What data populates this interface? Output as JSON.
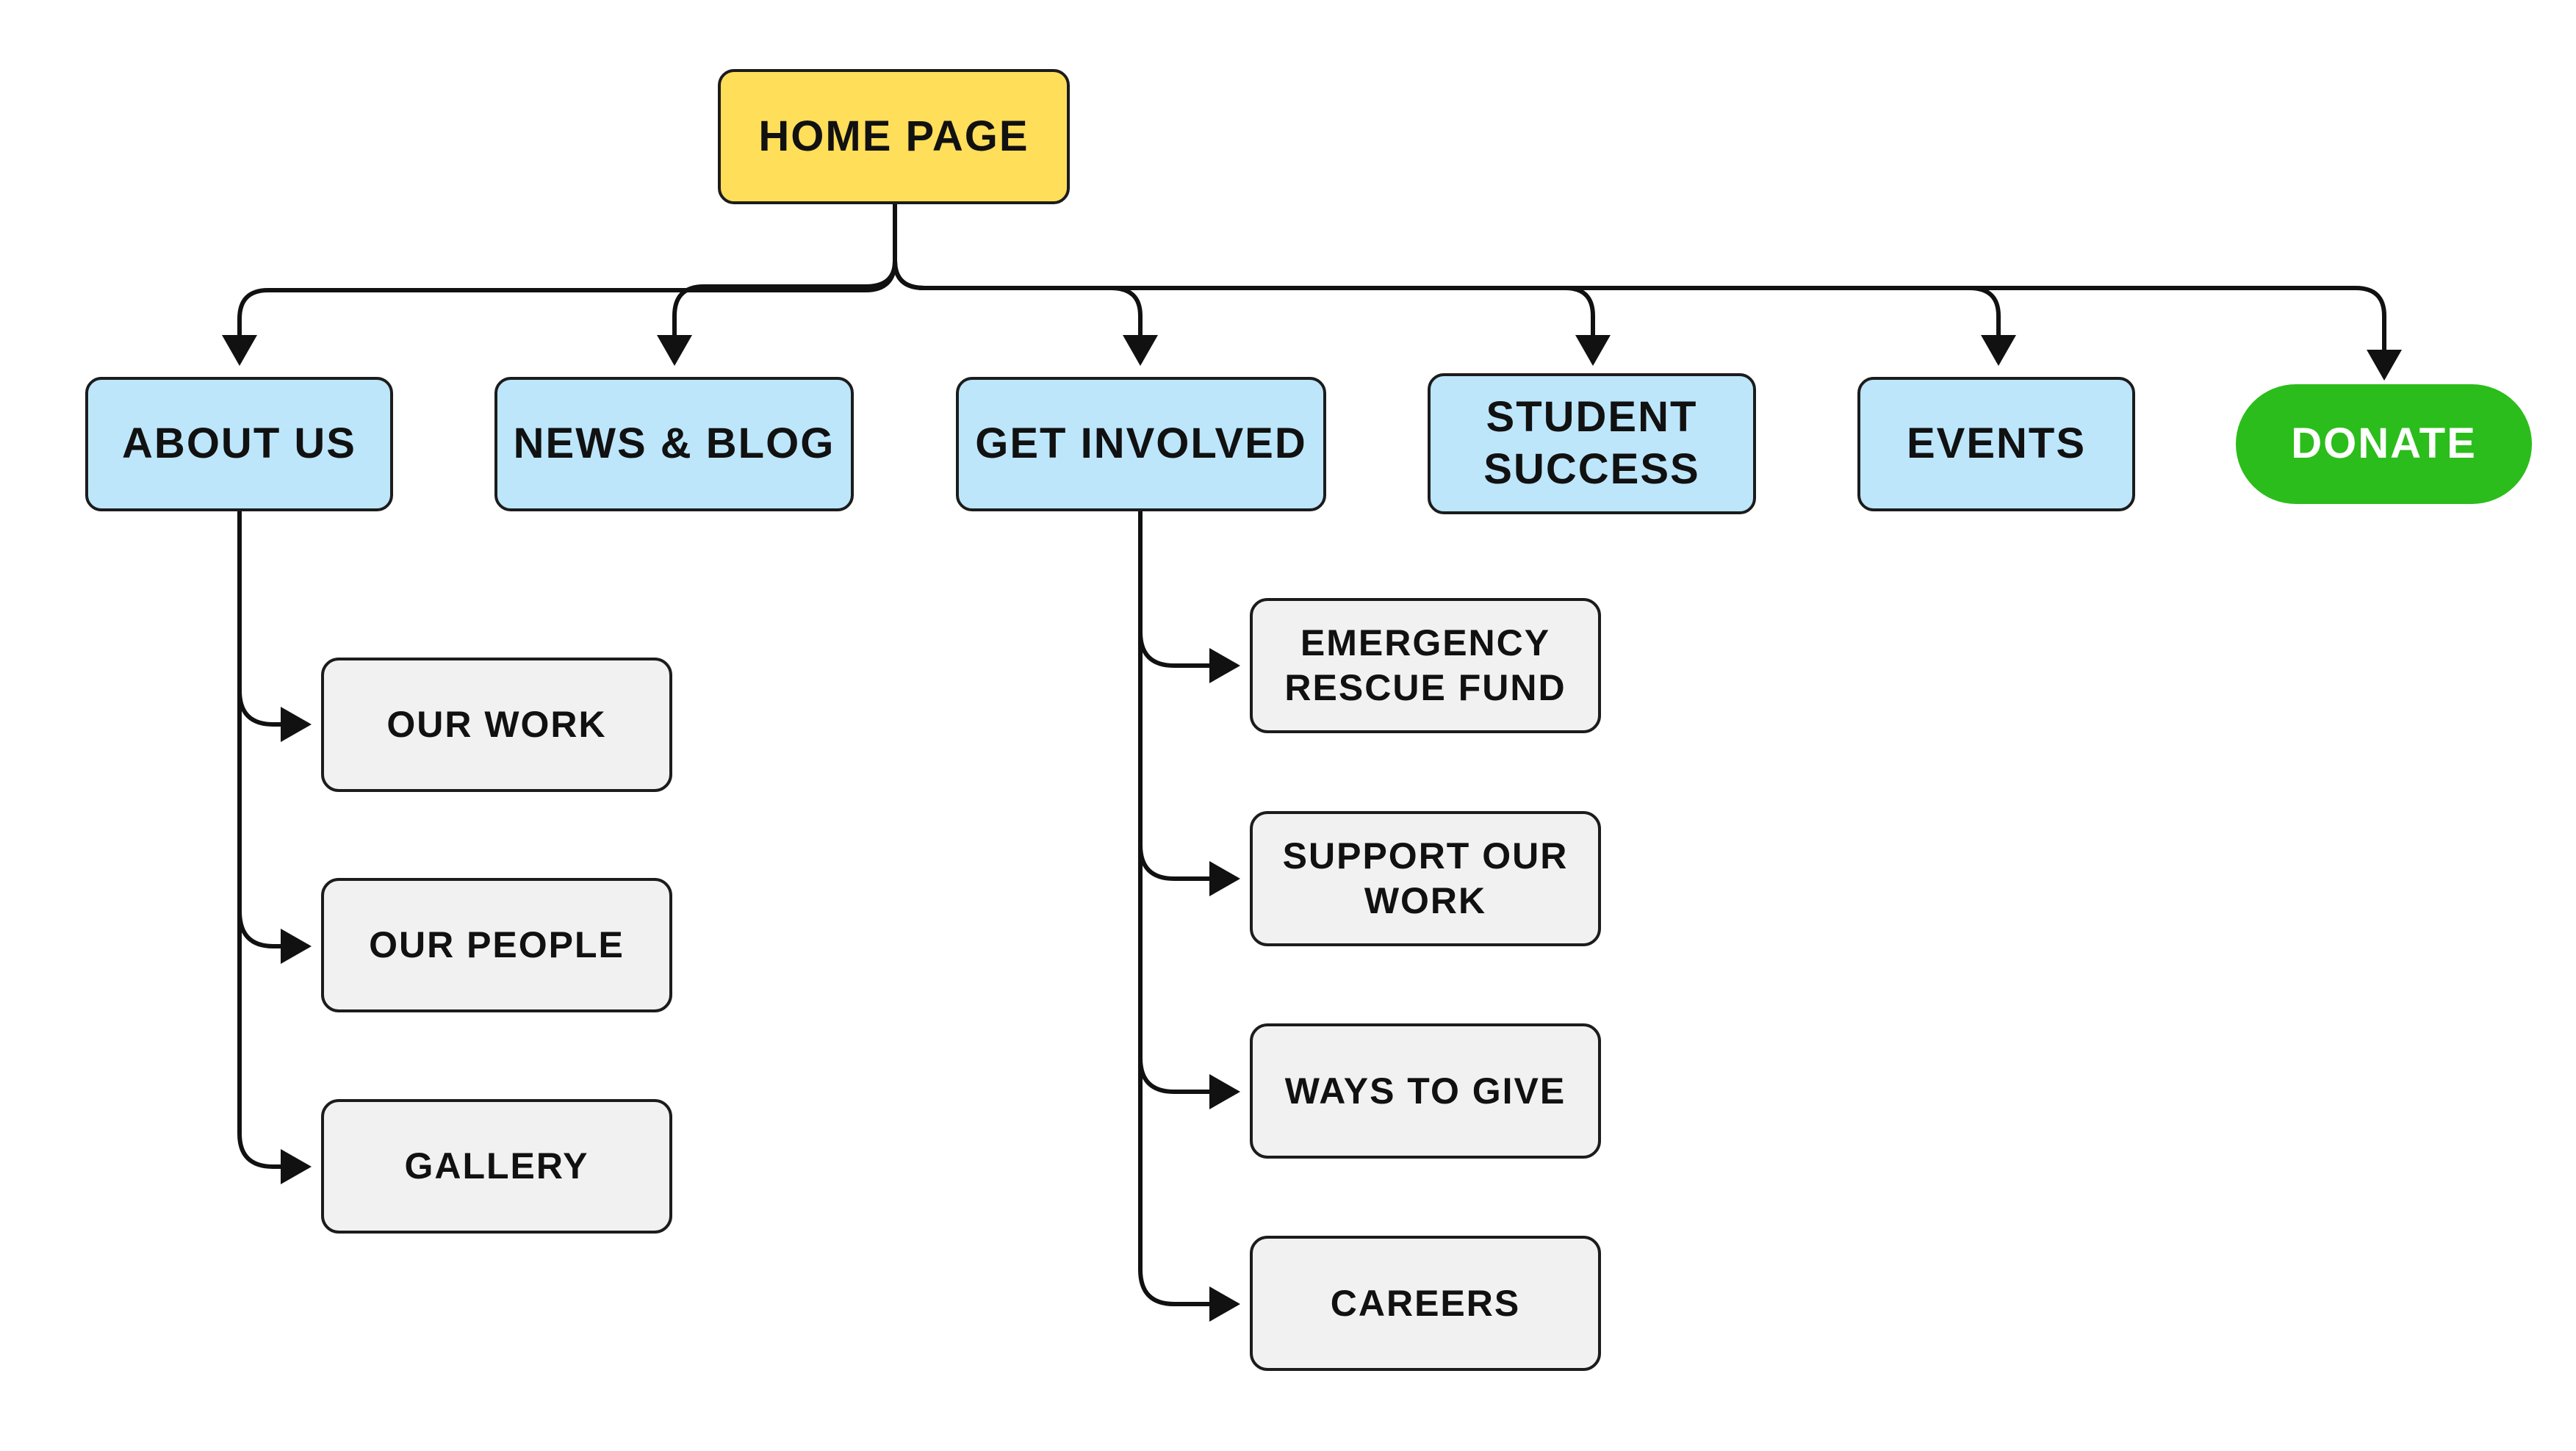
{
  "diagram": {
    "root": {
      "label": "HOME PAGE"
    },
    "sections": [
      {
        "id": "about",
        "label": "ABOUT US"
      },
      {
        "id": "news",
        "label": "NEWS & BLOG"
      },
      {
        "id": "involved",
        "label": "GET INVOLVED"
      },
      {
        "id": "student",
        "label": "STUDENT\nSUCCESS"
      },
      {
        "id": "events",
        "label": "EVENTS"
      },
      {
        "id": "donate",
        "label": "DONATE"
      }
    ],
    "about_children": [
      {
        "label": "OUR WORK"
      },
      {
        "label": "OUR PEOPLE"
      },
      {
        "label": "GALLERY"
      }
    ],
    "involved_children": [
      {
        "label": "EMERGENCY\nRESCUE FUND"
      },
      {
        "label": "SUPPORT OUR\nWORK"
      },
      {
        "label": "WAYS TO GIVE"
      },
      {
        "label": "CAREERS"
      }
    ],
    "colors": {
      "root_fill": "#ffde5a",
      "section_fill": "#bde6fb",
      "child_fill": "#f1f1f1",
      "donate_fill": "#2bbd1b",
      "line": "#111111"
    }
  }
}
